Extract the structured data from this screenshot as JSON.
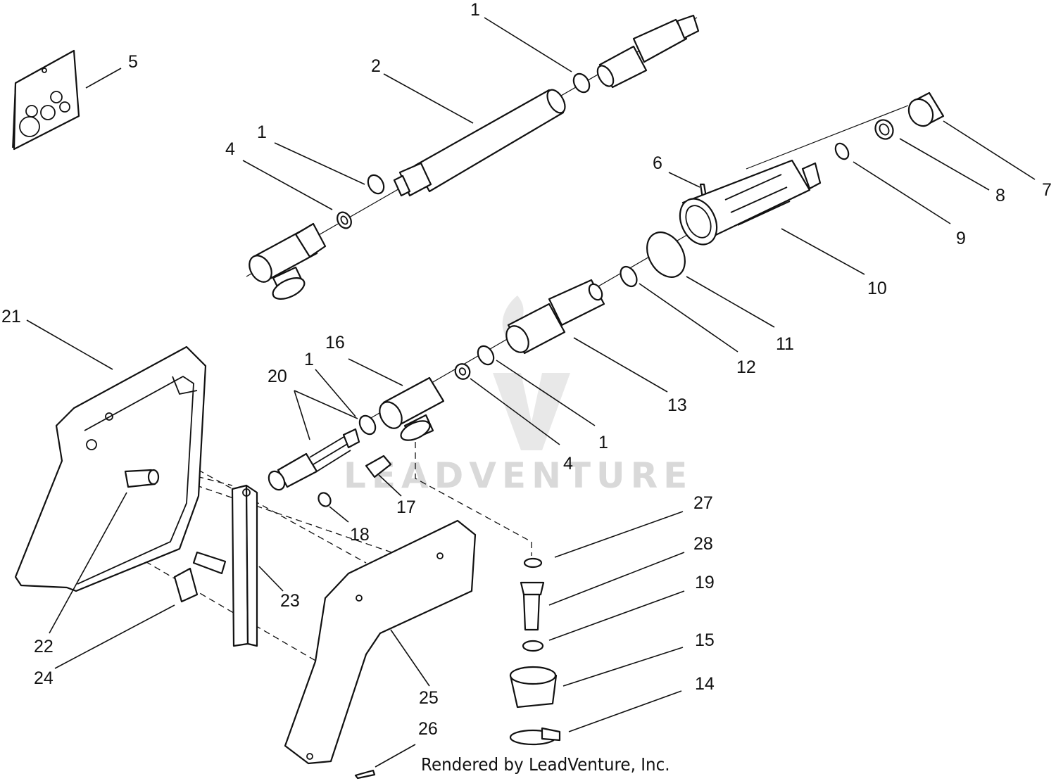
{
  "watermark": "LEADVENTURE",
  "footer": "Rendered by LeadVenture, Inc.",
  "callouts": {
    "c1a": "1",
    "c2": "2",
    "c1b": "1",
    "c4a": "4",
    "c5": "5",
    "c6": "6",
    "c7": "7",
    "c8": "8",
    "c9": "9",
    "c10": "10",
    "c11": "11",
    "c12": "12",
    "c13": "13",
    "c1c": "1",
    "c4b": "4",
    "c16": "16",
    "c1d": "1",
    "c20": "20",
    "c17": "17",
    "c18": "18",
    "c21": "21",
    "c22": "22",
    "c23": "23",
    "c24": "24",
    "c25": "25",
    "c26": "26",
    "c27": "27",
    "c28": "28",
    "c19": "19",
    "c15": "15",
    "c14": "14"
  }
}
